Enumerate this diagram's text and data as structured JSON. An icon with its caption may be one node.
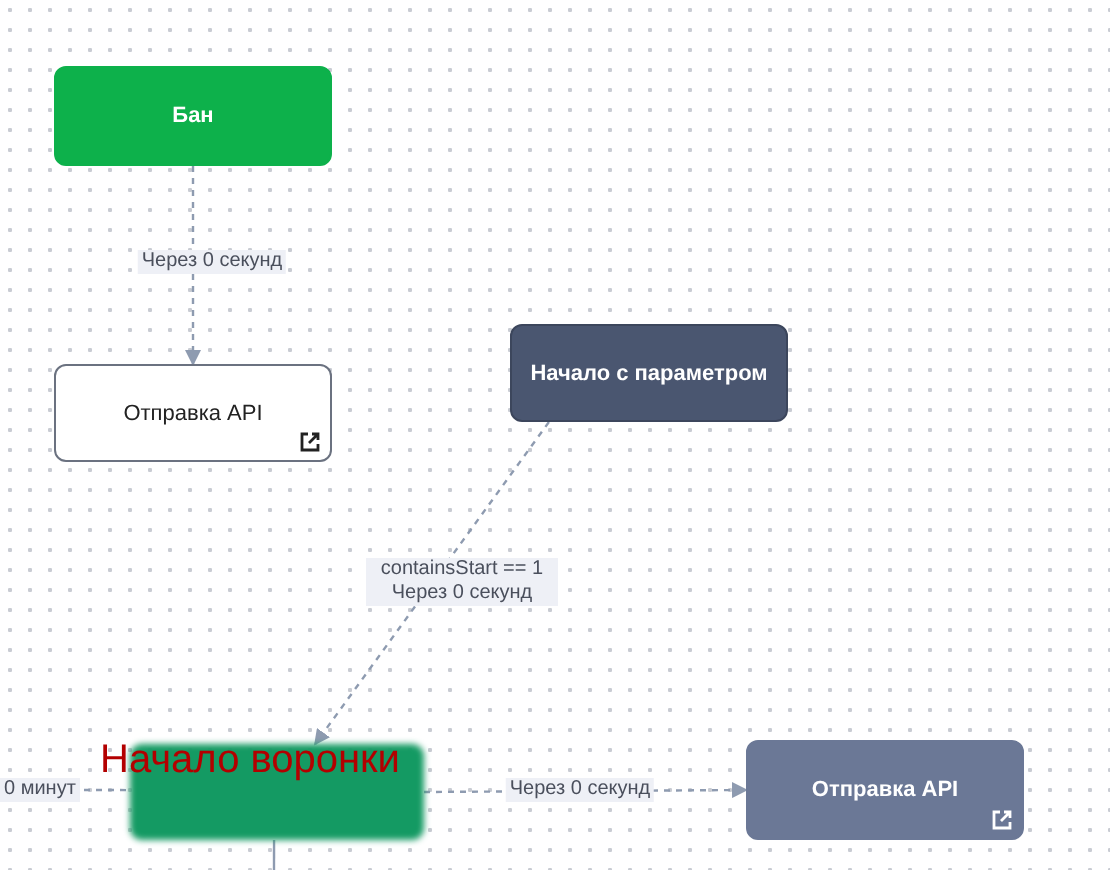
{
  "diagram": {
    "nodes": [
      {
        "text": [
          "Бан"
        ]
      },
      {
        "text": [
          "Отправка API"
        ]
      },
      {
        "text": [
          "Начало с параметром"
        ]
      },
      {
        "text": [],
        "shape": "box"
      },
      {
        "text": [
          "Отправка API"
        ]
      }
    ],
    "edges": [
      {
        "from": 0,
        "to": 1,
        "arrow": "to",
        "label": "Через 0 секунд",
        "style": "dashed"
      },
      {
        "from": 2,
        "to": 3,
        "arrow": "to",
        "label": "containsStart == 1 Через 0 секунд",
        "style": "dashed"
      },
      {
        "from": 3,
        "to": 4,
        "arrow": "to",
        "label": "Через 0 секунд",
        "style": "dashed"
      },
      {
        "from": null,
        "to": 3,
        "arrow": "none",
        "label": "0 минут",
        "style": "dashed"
      },
      {
        "from": 3,
        "to": null,
        "arrow": "none"
      }
    ],
    "labels": [
      "Начало воронки"
    ]
  }
}
